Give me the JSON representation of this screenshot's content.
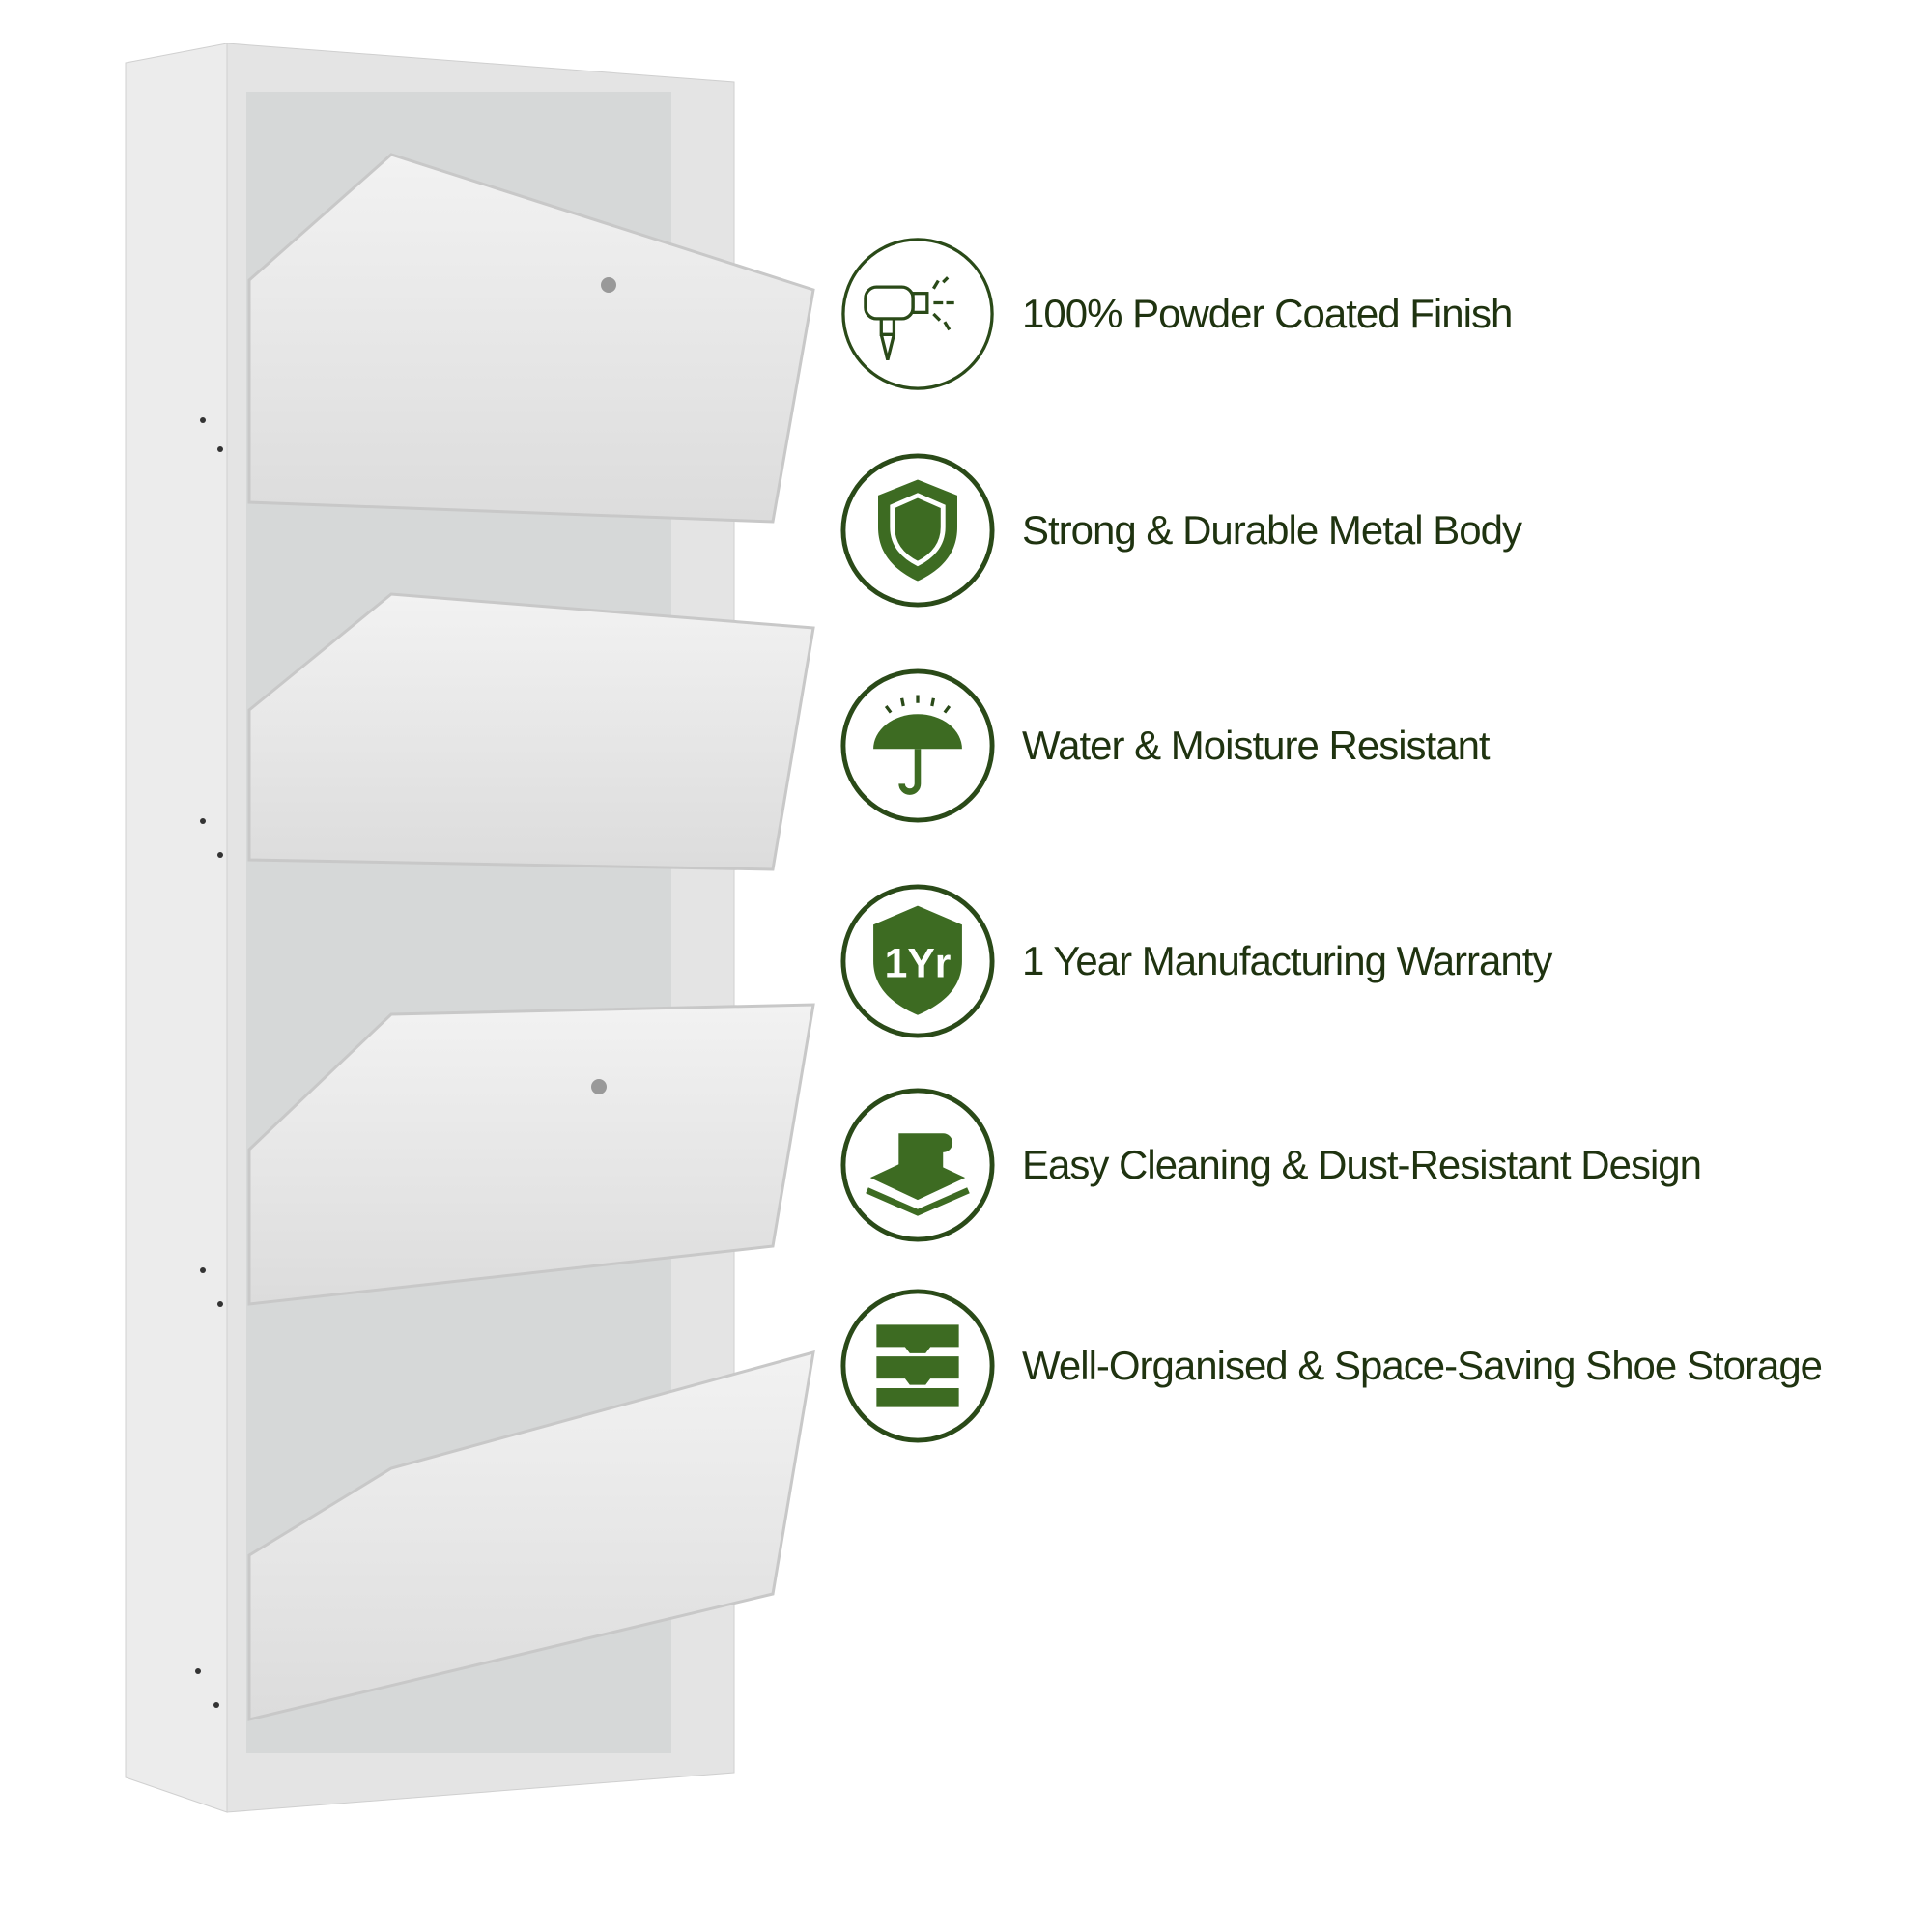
{
  "colors": {
    "accent": "#3d6b22",
    "text": "#1f3310"
  },
  "features": [
    {
      "icon": "spray-gun-icon",
      "label": "100% Powder Coated Finish"
    },
    {
      "icon": "shield-icon",
      "label": "Strong & Durable Metal Body"
    },
    {
      "icon": "umbrella-icon",
      "label": "Water & Moisture Resistant"
    },
    {
      "icon": "warranty-badge-icon",
      "label": "1 Year Manufacturing Warranty",
      "badge_text": "1Yr"
    },
    {
      "icon": "cleaning-sponge-icon",
      "label": "Easy Cleaning & Dust-Resistant Design"
    },
    {
      "icon": "storage-trays-icon",
      "label": "Well-Organised & Space-Saving Shoe Storage"
    }
  ]
}
